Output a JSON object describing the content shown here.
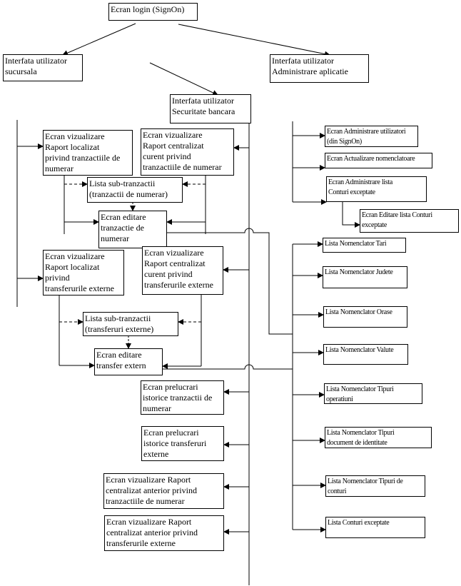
{
  "diagram": {
    "login": "Ecran login (SignOn)",
    "sucursala": "Interfata utilizator\nsucursala",
    "administrare": "Interfata utilizator\nAdministrare aplicatie",
    "securitate": "Interfata utilizator\nSecuritate bancara",
    "securitate_screens": {
      "raport_localizat_numerar": "Ecran vizualizare\nRaport localizat\nprivind tranzactiile de\nnumerar",
      "raport_centralizat_numerar": "Ecran vizualizare\nRaport centralizat\ncurent privind\ntranzactiile  de numerar",
      "sub_tranzactii_numerar": "Lista sub-tranzactii\n(tranzactii de numerar)",
      "editare_tranzactie": "Ecran editare\ntranzactie de\nnumerar",
      "raport_localizat_transferuri": "Ecran vizualizare\nRaport localizat\nprivind\ntransferurile  externe",
      "raport_centralizat_transferuri": "Ecran vizualizare\nRaport centralizat\ncurent privind\ntransferurile  externe",
      "sub_tranzactii_transferuri": "Lista sub-tranzactii\n(transferuri externe)",
      "editare_transfer": "Ecran editare\ntransfer extern",
      "prelucrari_numerar": "Ecran prelucrari\nistorice tranzactii de\nnumerar",
      "prelucrari_transferuri": "Ecran prelucrari\nistorice transferuri\nexterne",
      "anterior_numerar": "Ecran vizualizare Raport\ncentralizat anterior privind\ntranzactiile  de numerar",
      "anterior_transferuri": "Ecran vizualizare Raport\ncentralizat anterior privind\ntransferurile  externe"
    },
    "admin_screens": {
      "utilizatori": "Ecran Administrare utilizatori\n(din SignOn)",
      "nomenclatoare": "Ecran Actualizare nomenclatoare",
      "lista_conturi": "Ecran Administrare lista\nConturi exceptate",
      "editare_lista_conturi": "Ecran Editare  lista Conturi\nexceptate"
    },
    "lists": {
      "tari": "Lista Nomenclator Tari",
      "judete": "Lista Nomenclator Judete",
      "orase": "Lista Nomenclator Orase",
      "valute": "Lista Nomenclator Valute",
      "tipuri_operatiuni": "Lista Nomenclator Tipuri\noperatiuni",
      "tipuri_document": "Lista Nomenclator Tipuri\ndocument de identitate",
      "tipuri_conturi": "Lista Nomenclator Tipuri de\nconturi",
      "conturi_exceptate": "Lista Conturi exceptate"
    }
  }
}
